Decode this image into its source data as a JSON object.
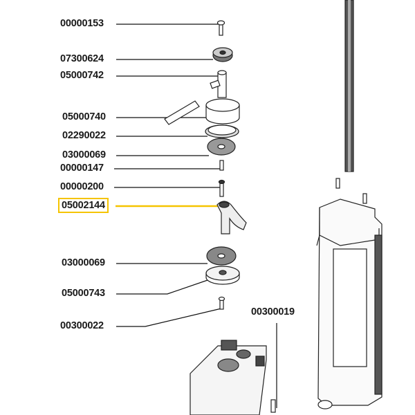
{
  "highlight_color": "#f5c400",
  "selected_part": "05002144",
  "parts": [
    {
      "number": "00000153"
    },
    {
      "number": "07300624"
    },
    {
      "number": "05000742"
    },
    {
      "number": "05000740"
    },
    {
      "number": "02290022"
    },
    {
      "number": "03000069"
    },
    {
      "number": "00000147"
    },
    {
      "number": "00000200"
    },
    {
      "number": "05002144"
    },
    {
      "number": "03000069"
    },
    {
      "number": "05000743"
    },
    {
      "number": "00300022"
    },
    {
      "number": "00300019"
    }
  ]
}
